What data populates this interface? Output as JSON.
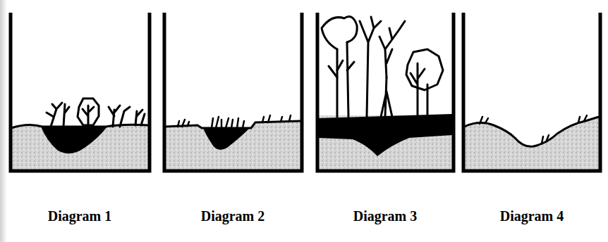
{
  "diagram": {
    "labels": [
      "Diagram 1",
      "Diagram 2",
      "Diagram 3",
      "Diagram 4"
    ]
  }
}
